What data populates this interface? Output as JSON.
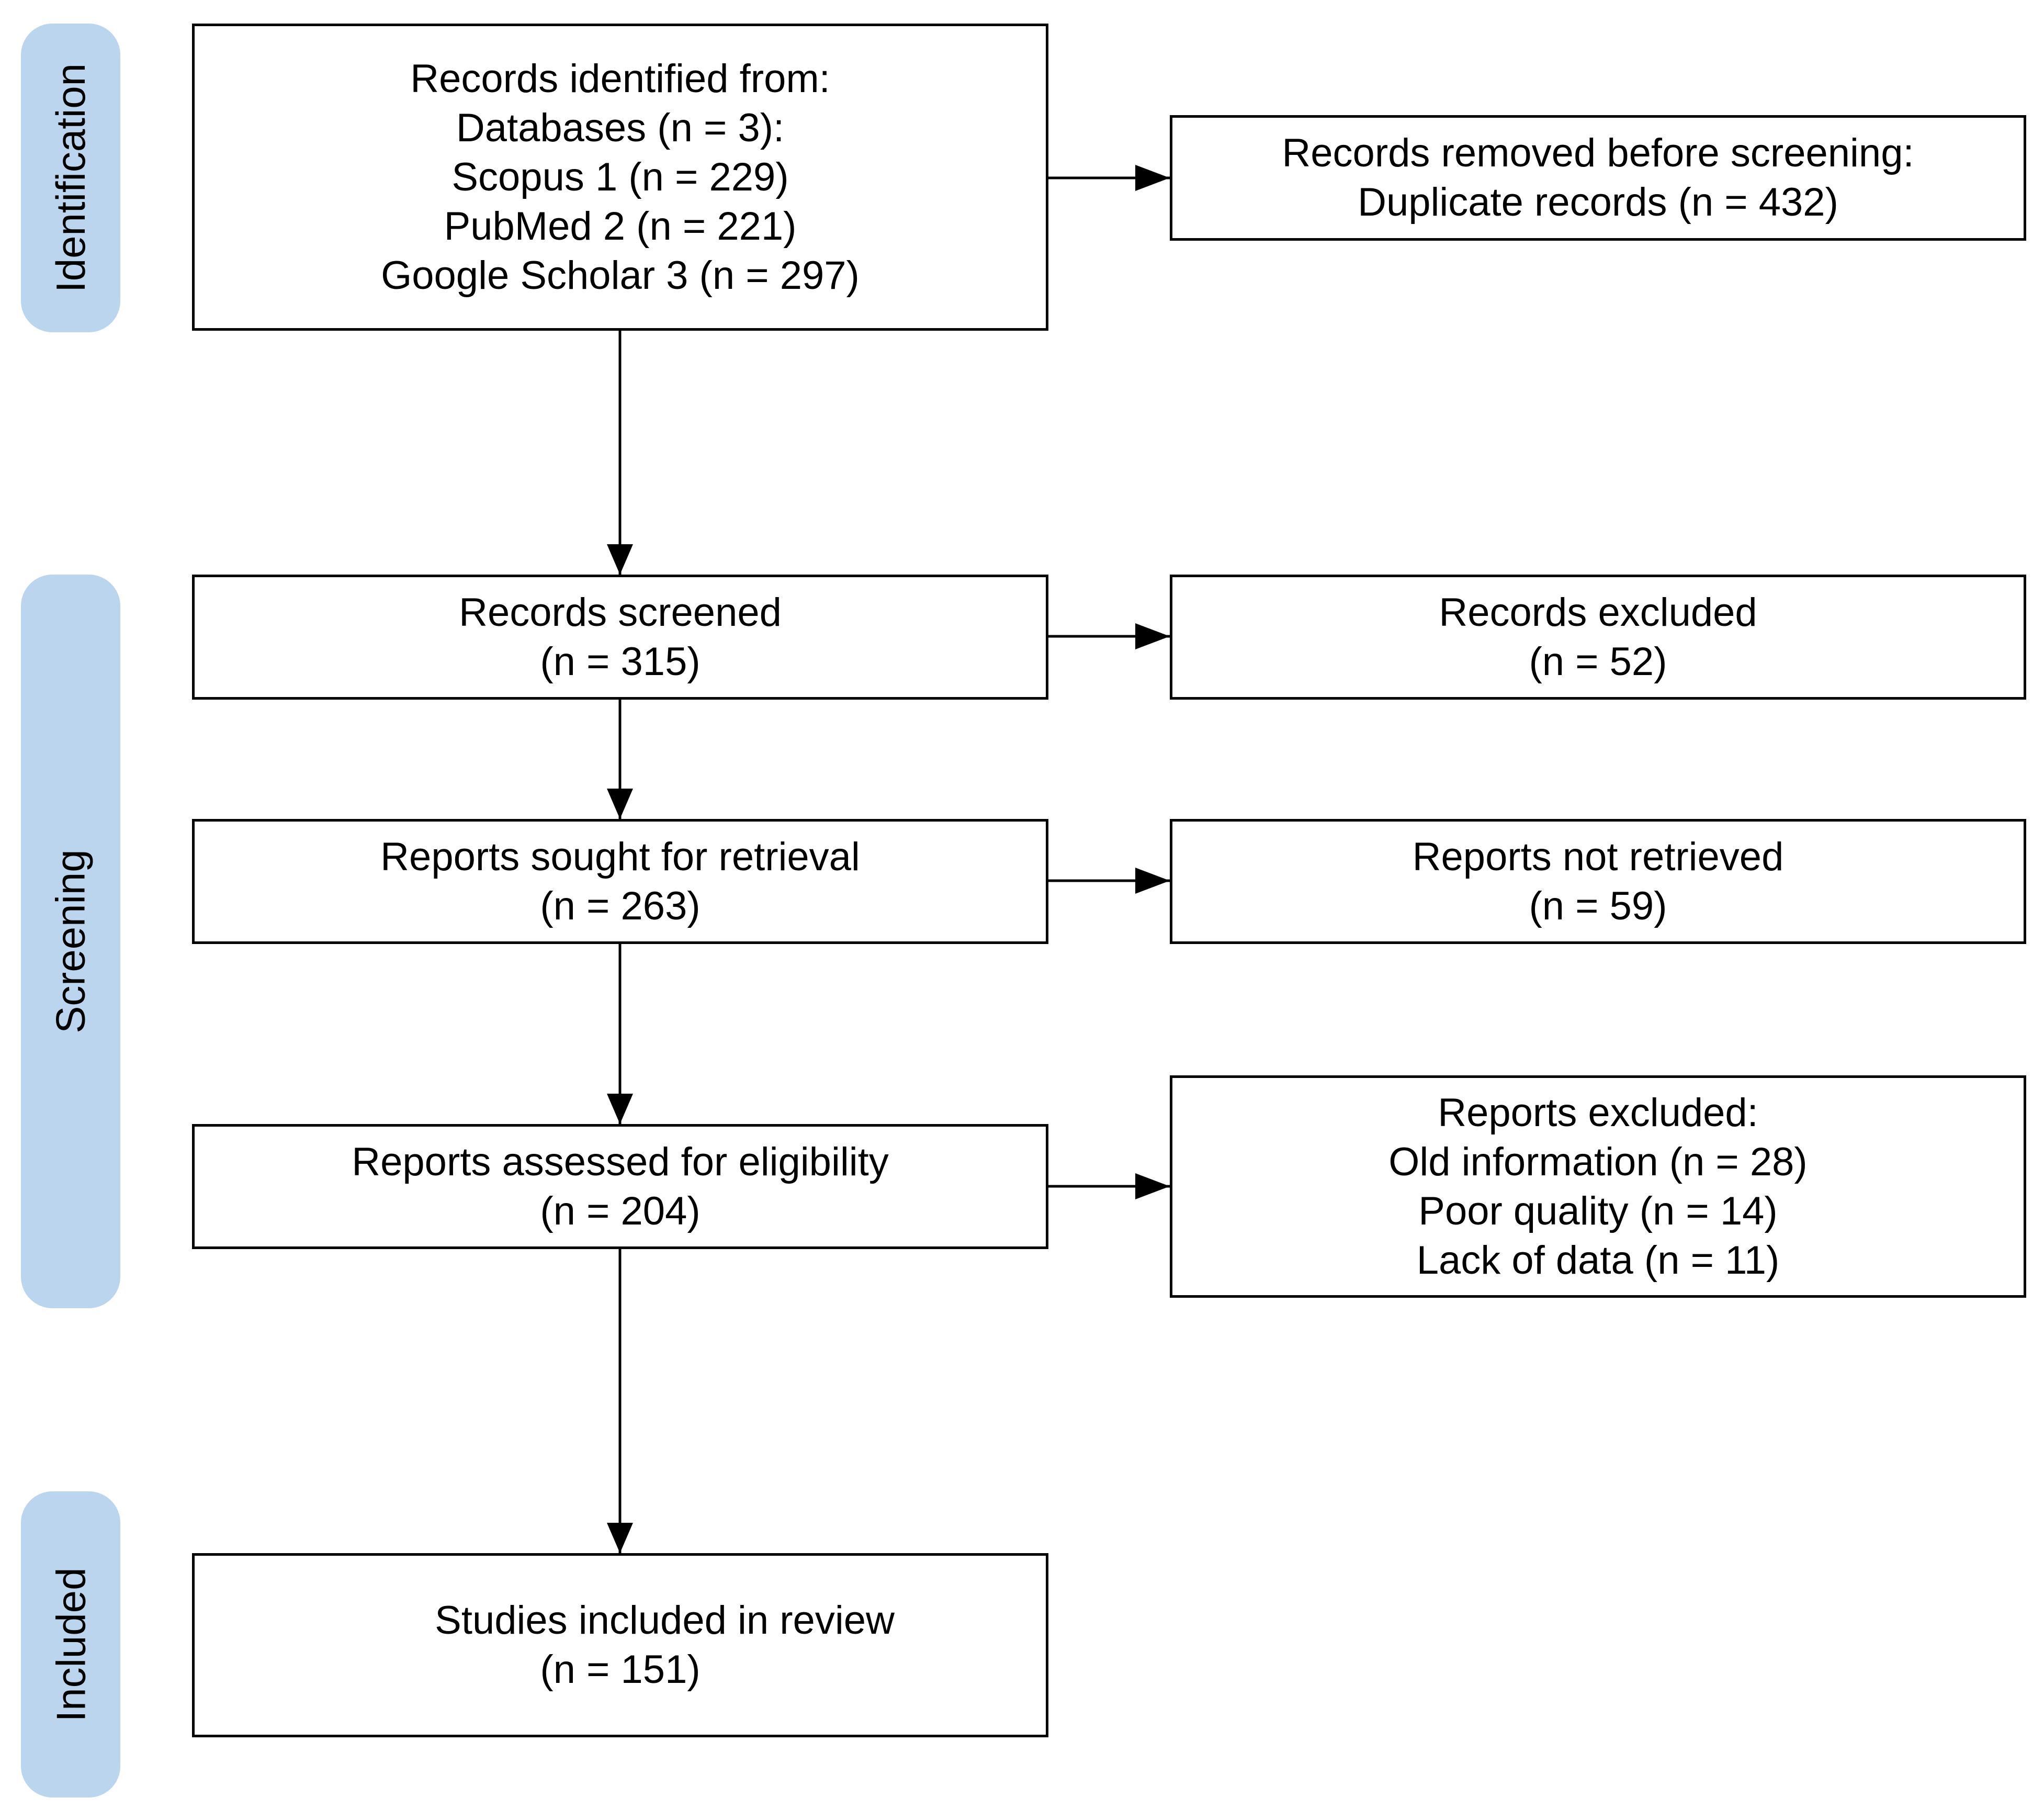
{
  "phases": {
    "identification": "Identification",
    "screening": "Screening",
    "included": "Included"
  },
  "boxes": {
    "identified": {
      "lines": [
        "Records identified from:",
        "Databases (n = 3):",
        "Scopus 1 (n = 229)",
        "PubMed 2 (n = 221)",
        "Google Scholar 3 (n = 297)"
      ]
    },
    "removed": {
      "lines": [
        "Records removed before screening:",
        "Duplicate records (n = 432)"
      ]
    },
    "screened": {
      "lines": [
        "Records screened",
        "(n = 315)"
      ]
    },
    "excluded": {
      "lines": [
        "Records excluded",
        "(n = 52)"
      ]
    },
    "sought": {
      "lines": [
        "Reports sought for retrieval",
        "(n = 263)"
      ]
    },
    "not_retrieved": {
      "lines": [
        "Reports not retrieved",
        "(n = 59)"
      ]
    },
    "assessed": {
      "lines": [
        "Reports assessed for eligibility",
        "(n = 204)"
      ]
    },
    "reports_excluded": {
      "lines": [
        "Reports excluded:",
        "Old information (n = 28)",
        "Poor quality (n = 14)",
        "Lack of data (n = 11)"
      ]
    },
    "included": {
      "lines": [
        "Studies included in review",
        "(n = 151)"
      ]
    }
  },
  "colors": {
    "phase_fill": "#bcd5ee",
    "box_border": "#000000",
    "arrow": "#000000"
  }
}
